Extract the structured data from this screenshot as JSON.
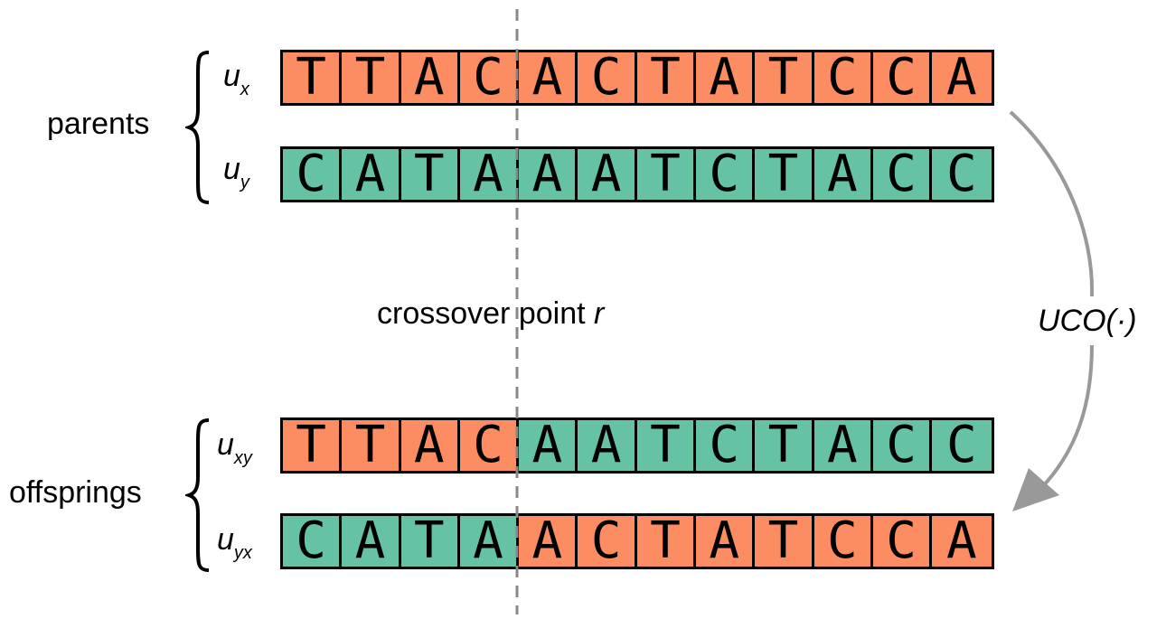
{
  "groups": {
    "parents_label": "parents",
    "offsprings_label": "offsprings"
  },
  "rows": [
    {
      "name": "u",
      "sub": "x",
      "bases": [
        "T",
        "T",
        "A",
        "C",
        "A",
        "C",
        "T",
        "A",
        "T",
        "C",
        "C",
        "A"
      ],
      "colors": [
        "o",
        "o",
        "o",
        "o",
        "o",
        "o",
        "o",
        "o",
        "o",
        "o",
        "o",
        "o"
      ]
    },
    {
      "name": "u",
      "sub": "y",
      "bases": [
        "C",
        "A",
        "T",
        "A",
        "A",
        "A",
        "T",
        "C",
        "T",
        "A",
        "C",
        "C"
      ],
      "colors": [
        "g",
        "g",
        "g",
        "g",
        "g",
        "g",
        "g",
        "g",
        "g",
        "g",
        "g",
        "g"
      ]
    },
    {
      "name": "u",
      "sub": "xy",
      "bases": [
        "T",
        "T",
        "A",
        "C",
        "A",
        "A",
        "T",
        "C",
        "T",
        "A",
        "C",
        "C"
      ],
      "colors": [
        "o",
        "o",
        "o",
        "o",
        "g",
        "g",
        "g",
        "g",
        "g",
        "g",
        "g",
        "g"
      ]
    },
    {
      "name": "u",
      "sub": "yx",
      "bases": [
        "C",
        "A",
        "T",
        "A",
        "A",
        "C",
        "T",
        "A",
        "T",
        "C",
        "C",
        "A"
      ],
      "colors": [
        "g",
        "g",
        "g",
        "g",
        "o",
        "o",
        "o",
        "o",
        "o",
        "o",
        "o",
        "o"
      ]
    }
  ],
  "crossover": {
    "label": "crossover point",
    "var": "r"
  },
  "operator": {
    "label": "UCO(·)"
  },
  "colors": {
    "parent_x": "#fc8d62",
    "parent_y": "#66c2a5",
    "line": "#888888",
    "arrow": "#999999"
  }
}
